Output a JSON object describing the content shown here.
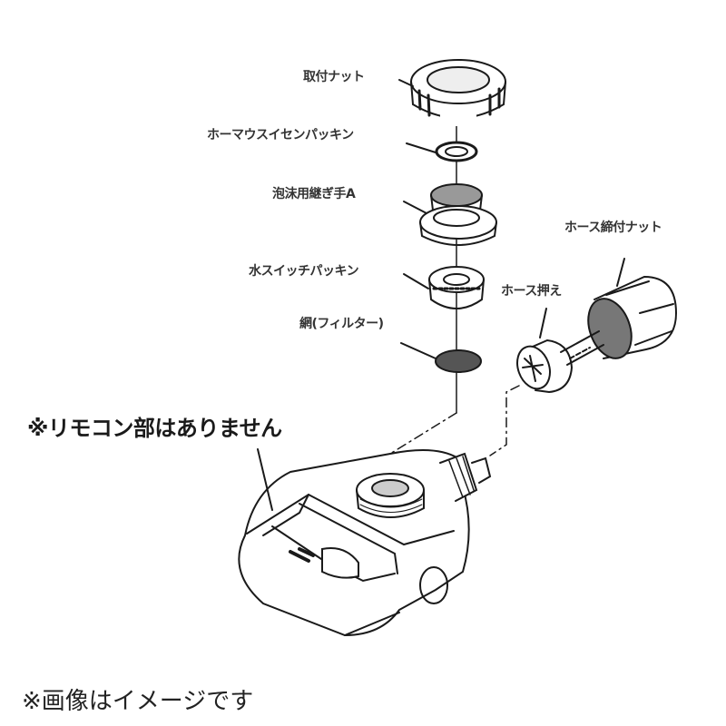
{
  "diagram": {
    "type": "exploded-parts-view",
    "parts": [
      {
        "id": "mounting-nut",
        "label": "取付ナット"
      },
      {
        "id": "hose-water-supply-packing",
        "label": "ホーマウスイセンパッキン"
      },
      {
        "id": "foam-joint-a",
        "label": "泡沫用継ぎ手A"
      },
      {
        "id": "water-switch-packing",
        "label": "水スイッチパッキン"
      },
      {
        "id": "filter-mesh",
        "label": "網(フィルター)"
      },
      {
        "id": "hose-mounting-nut",
        "label": "ホース締付ナット"
      },
      {
        "id": "hose-retainer",
        "label": "ホース押え"
      }
    ],
    "notes": {
      "no_remote": "※リモコン部はありません",
      "image_only": "※画像はイメージです"
    },
    "colors": {
      "line": "#1a1a1a",
      "shade": "#555555",
      "background": "#ffffff"
    }
  }
}
